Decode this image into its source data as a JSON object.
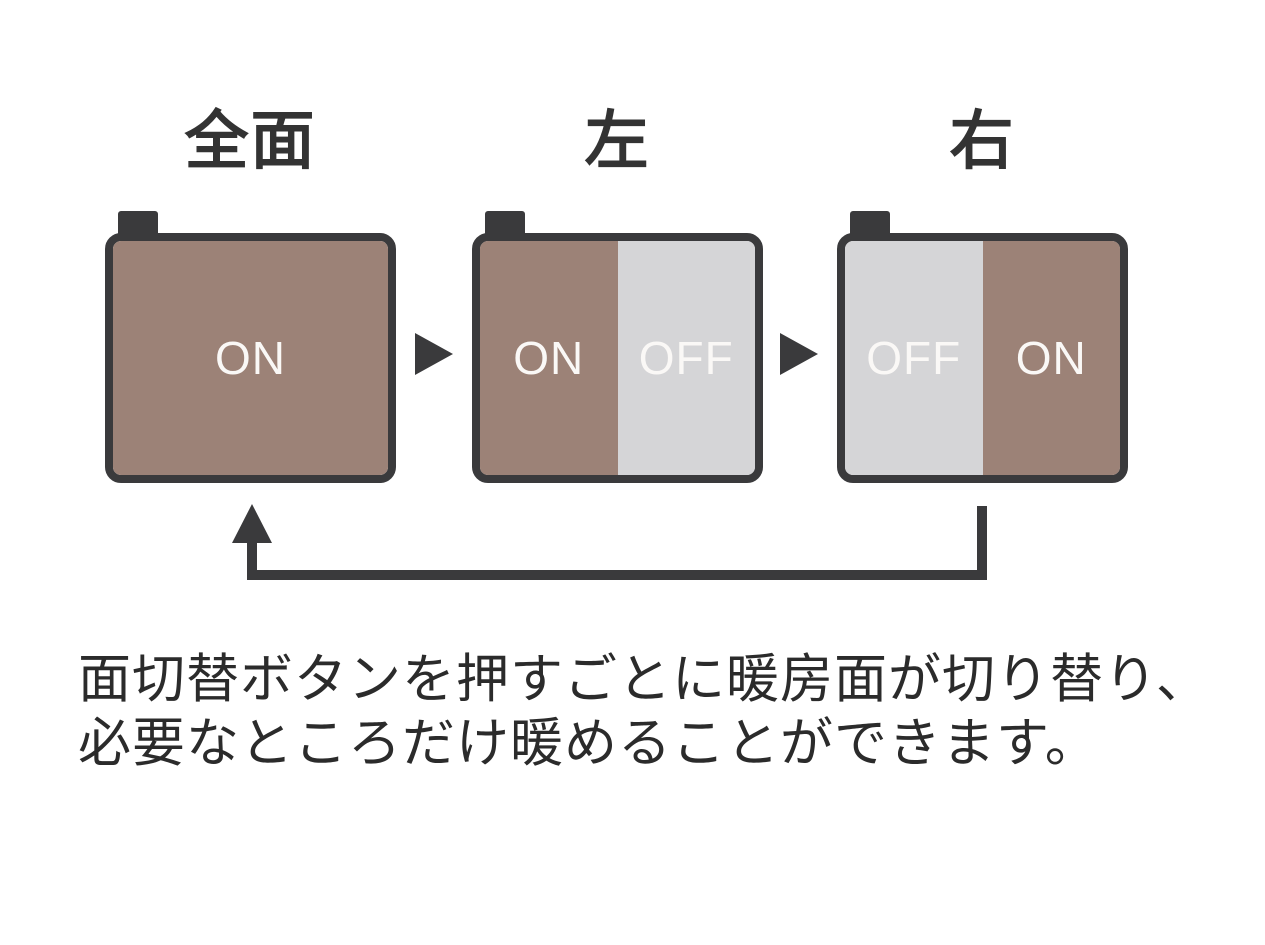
{
  "diagram": {
    "description_of_flow": "heating surface cycles: full -> left -> right -> back to full",
    "states": [
      {
        "label": "全面",
        "segments": [
          {
            "text": "ON",
            "mode": "on"
          }
        ]
      },
      {
        "label": "左",
        "segments": [
          {
            "text": "ON",
            "mode": "on"
          },
          {
            "text": "OFF",
            "mode": "off"
          }
        ]
      },
      {
        "label": "右",
        "segments": [
          {
            "text": "OFF",
            "mode": "off"
          },
          {
            "text": "ON",
            "mode": "on"
          }
        ]
      }
    ],
    "icons": {
      "forward": "right-arrow-icon",
      "loop": "loop-back-arrow-icon",
      "tab": "cord-tab-icon"
    }
  },
  "caption": {
    "line1": "面切替ボタンを押すごとに暖房面が切り替り、",
    "line2": "必要なところだけ暖めることができます。"
  },
  "colors": {
    "background": "#ffffff",
    "heat_on": "#9c8277",
    "heat_off": "#d5d5d7",
    "outline": "#3a3a3c",
    "label_text": "#333333",
    "state_text": "#faf8f6",
    "caption_text": "#2b2b2b"
  }
}
